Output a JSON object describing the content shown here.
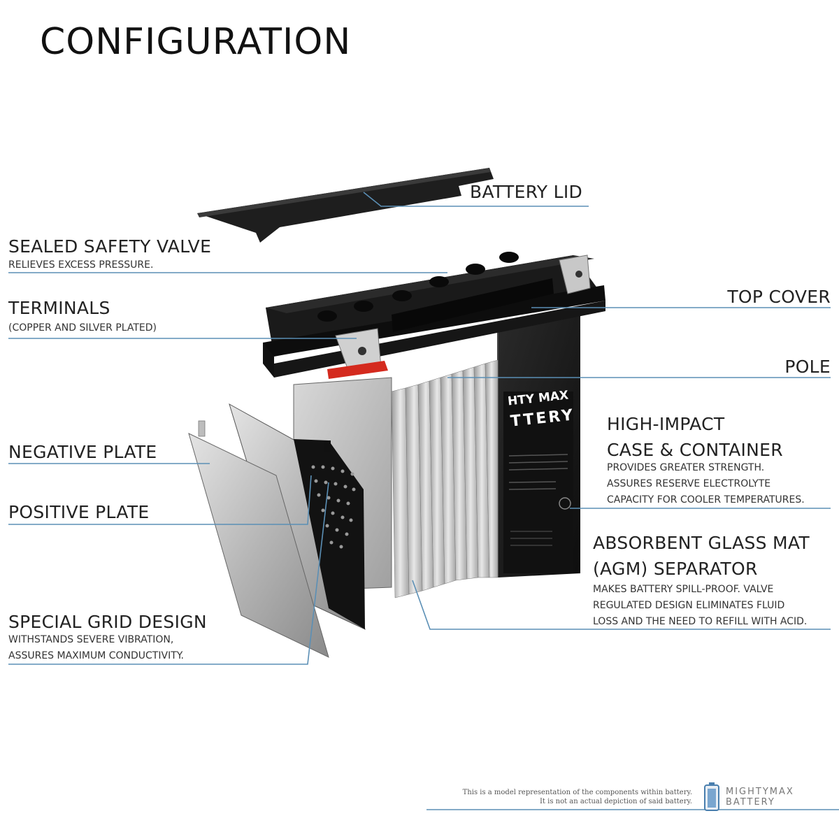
{
  "title": "CONFIGURATION",
  "labels": {
    "battery_lid": "BATTERY LID",
    "sealed_valve": "SEALED SAFETY VALVE",
    "sealed_valve_desc": "RELIEVES EXCESS PRESSURE.",
    "terminals": "TERMINALS",
    "terminals_desc": "(COPPER AND SILVER PLATED)",
    "top_cover": "TOP COVER",
    "pole": "POLE",
    "negative_plate": "NEGATIVE PLATE",
    "positive_plate": "POSITIVE PLATE",
    "high_impact_1": "HIGH-IMPACT",
    "high_impact_2": "CASE & CONTAINER",
    "high_impact_desc_1": "PROVIDES GREATER STRENGTH.",
    "high_impact_desc_2": "ASSURES RESERVE ELECTROLYTE",
    "high_impact_desc_3": "CAPACITY FOR COOLER TEMPERATURES.",
    "agm_1": "ABSORBENT GLASS MAT",
    "agm_2": "(AGM) SEPARATOR",
    "agm_desc_1": "MAKES BATTERY SPILL-PROOF. VALVE",
    "agm_desc_2": "REGULATED DESIGN ELIMINATES FLUID",
    "agm_desc_3": "LOSS AND THE NEED TO REFILL WITH ACID.",
    "grid_design": "SPECIAL GRID DESIGN",
    "grid_desc_1": "WITHSTANDS SEVERE VIBRATION,",
    "grid_desc_2": "ASSURES MAXIMUM CONDUCTIVITY."
  },
  "battery_face": {
    "brand_1": "HTY MAX",
    "brand_2": "TTERY"
  },
  "footer": {
    "line_1": "This is a model representation of the components within battery.",
    "line_2": "It is not an actual depiction of said battery.",
    "logo_1": "MIGHTYMAX",
    "logo_2": "BATTERY"
  },
  "colors": {
    "leader_line": "#5b8fb5",
    "battery_body": "#1c1c1c",
    "terminal_red": "#d42a1e",
    "plate_gray": "#b8b8b8"
  }
}
